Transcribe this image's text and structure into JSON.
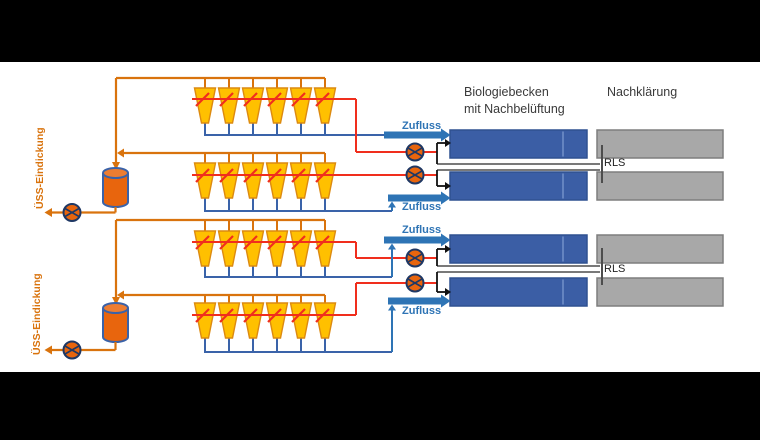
{
  "labels": {
    "biologie_line1": "Biologiebecken",
    "biologie_line2": "mit Nachbelüftung",
    "nachklaerung": "Nachklärung",
    "zufluss": "Zufluss",
    "rls": "RLS",
    "uess": "ÜSS-Eindickung"
  },
  "structure": {
    "funnel_batteries": 4,
    "funnels_per_battery": 6,
    "biology_basins": 4,
    "clarifiers": 4,
    "thickener_tanks": 2,
    "feed_pumps": 4,
    "sludge_pumps": 2,
    "rls_channels": 2
  },
  "colors": {
    "letterbox": "#000000",
    "background": "#ffffff",
    "orange": "#D9730D",
    "orange_fill": "#E8650D",
    "tank_top": "#ED7D31",
    "tank_border": "#3A62A8",
    "red": "#F02E1D",
    "blue_line": "#3A63A9",
    "blue_arrow": "#2E74B5",
    "basin_blue": "#3B5EA5",
    "basin_blue_border": "#2F5090",
    "basin_divider": "#6484C0",
    "clarifier_gray": "#A8A8A8",
    "clarifier_border": "#7E7E7E",
    "channel": "#4D4D4D",
    "black": "#111111",
    "navy": "#1F3864",
    "funnel_fill": "#FFC000",
    "funnel_border": "#DC8A10",
    "text_dark": "#3A3A3A"
  }
}
